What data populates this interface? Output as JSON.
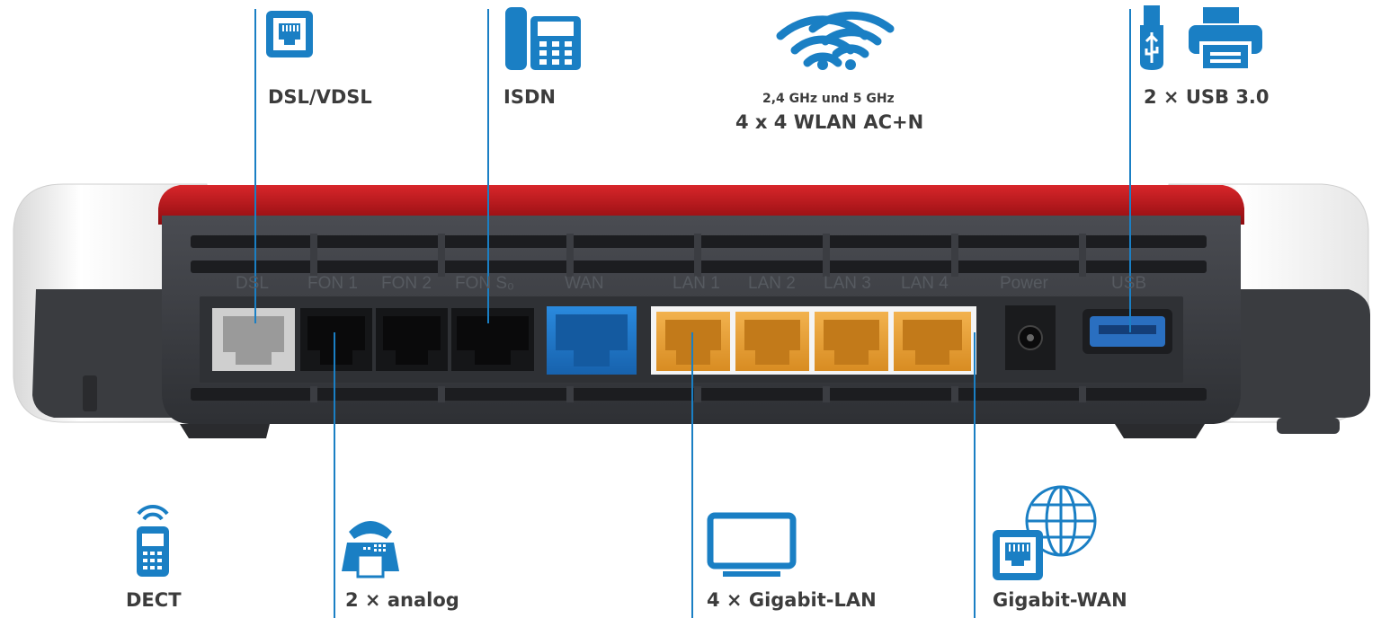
{
  "labels": {
    "dsl_vdsl": "DSL/VDSL",
    "isdn": "ISDN",
    "wlan_band": "2,4 GHz und 5 GHz",
    "wlan_title": "4 x 4 WLAN AC+N",
    "usb": "2 × USB 3.0",
    "dect": "DECT",
    "analog": "2 × analog",
    "gigabit_lan": "4 × Gigabit-LAN",
    "gigabit_wan": "Gigabit-WAN"
  },
  "port_labels": {
    "dsl": "DSL",
    "fon1": "FON 1",
    "fon2": "FON 2",
    "fon_s0": "FON S₀",
    "wan": "WAN",
    "lan1": "LAN 1",
    "lan2": "LAN 2",
    "lan3": "LAN 3",
    "lan4": "LAN 4",
    "power": "Power",
    "usb": "USB"
  },
  "icons": [
    "ethernet-port-icon",
    "desk-phone-icon",
    "wifi-icon",
    "usb-stick-icon",
    "printer-icon",
    "dect-handset-icon",
    "fax-phone-icon",
    "monitor-icon",
    "globe-icon"
  ],
  "colors": {
    "leader_line": "#1a7fc4",
    "case_red": "#c0141a",
    "panel": "#3b3d42",
    "wan_port": "#1c78c8",
    "lan_port": "#e8a23c",
    "dsl_port": "#c8c8c8",
    "text": "#3c3c3c"
  }
}
